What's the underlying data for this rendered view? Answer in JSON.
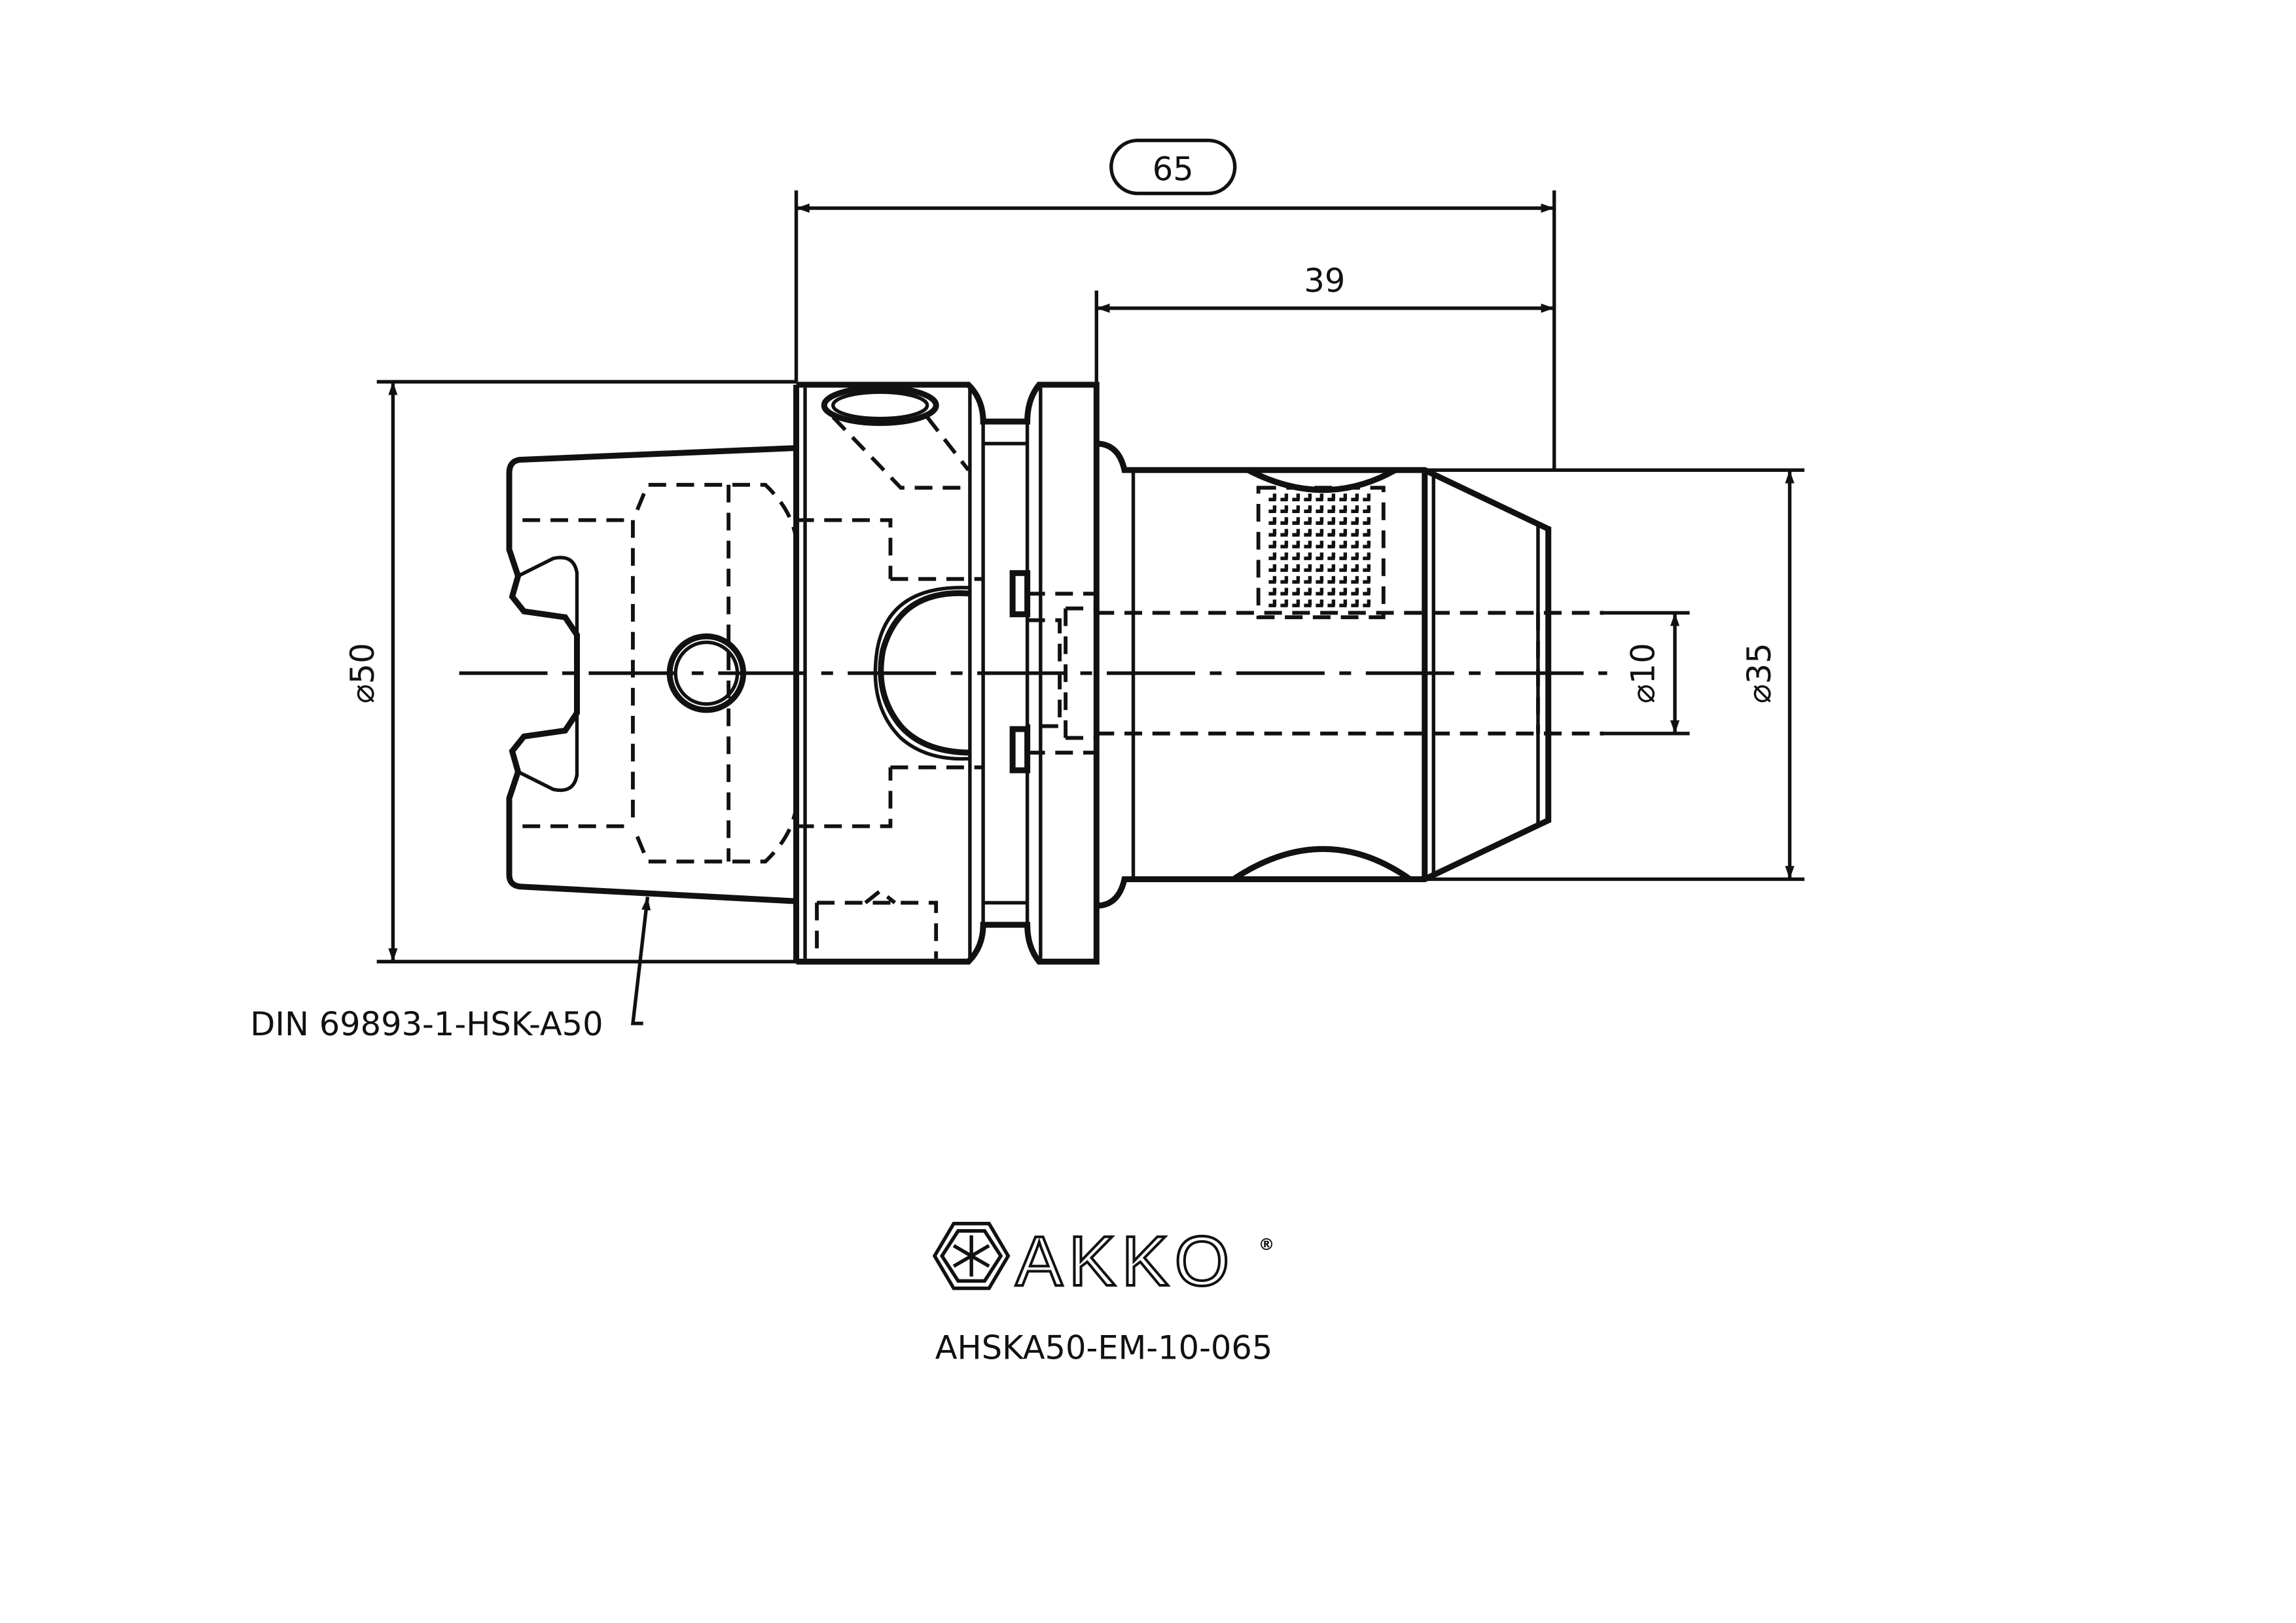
{
  "dimensions": {
    "overall_length": "65",
    "projection_length": "39",
    "flange_diameter": "⌀50",
    "collet_diameter": "⌀35",
    "bore_diameter": "⌀10"
  },
  "callout": {
    "standard": "DIN 69893-1-HSK-A50"
  },
  "brand": {
    "logo_text": "AKKO",
    "registered_mark": "®"
  },
  "product": {
    "code": "AHSKA50-EM-10-065"
  }
}
